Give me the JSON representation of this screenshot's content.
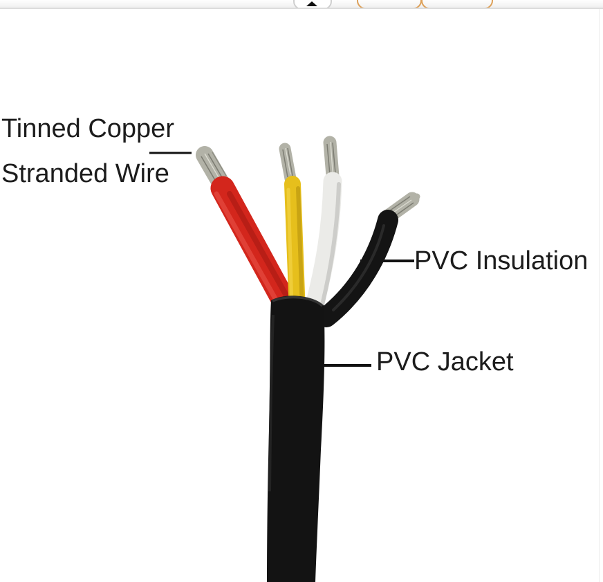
{
  "toolbar": {
    "scroll_top_icon": "triangle-up",
    "annotation_outline_color": "#dda058",
    "border_color": "#dcdcdc"
  },
  "labels": {
    "tinned_copper_line1": "Tinned Copper",
    "tinned_copper_line2": "Stranded Wire",
    "pvc_insulation": "PVC Insulation",
    "pvc_jacket": "PVC Jacket"
  },
  "colors": {
    "label_text": "#1c1c1c",
    "leader_line": "#121212",
    "wire_red": "#d3261c",
    "wire_red_shade": "#9e1510",
    "wire_red_highlight": "#ef6257",
    "wire_yellow": "#e6bf1c",
    "wire_yellow_shade": "#b6920d",
    "wire_yellow_highlight": "#f4d44a",
    "wire_white": "#ebebe8",
    "wire_white_shade": "#b9b9b5",
    "wire_black": "#141414",
    "wire_black_sheen": "#3c3c3c",
    "bare_tip_silver": "#b2b2a7",
    "bare_tip_strand_dark": "#7d7d73",
    "bare_tip_strand_light": "#dcdcd2",
    "jacket_black": "#131313",
    "jacket_rim": "#3a3a3a",
    "background": "#ffffff"
  }
}
